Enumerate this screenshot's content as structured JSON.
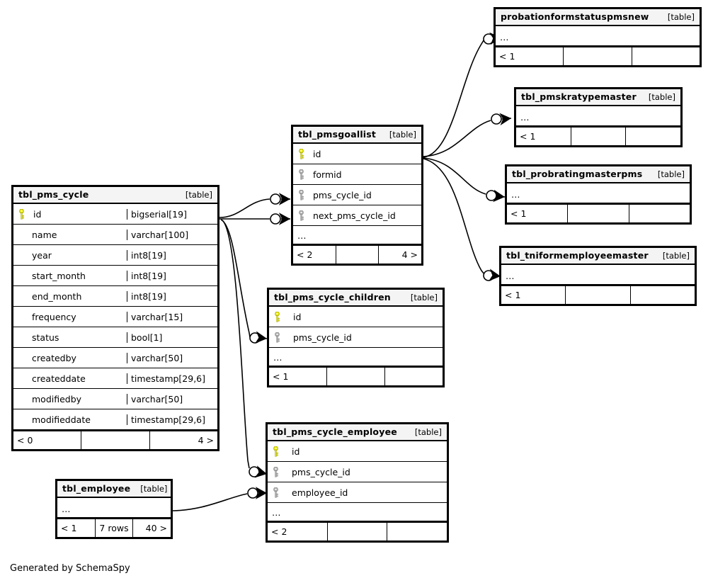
{
  "diagram": {
    "generator_note": "Generated by SchemaSpy",
    "table_tag": "[table]",
    "ellipsis": "…",
    "key_colors": {
      "primary": "#e8e800",
      "foreign": "#b0b0b0"
    },
    "background": "#ffffff",
    "header_fill": "#f4f4f4",
    "line_color": "#000000"
  },
  "tables": [
    {
      "id": "tbl_pms_cycle",
      "name": "tbl_pms_cycle",
      "tag": "[table]",
      "columns": [
        {
          "name": "id",
          "type": "bigserial[19]",
          "key": "primary"
        },
        {
          "name": "name",
          "type": "varchar[100]",
          "key": "none"
        },
        {
          "name": "year",
          "type": "int8[19]",
          "key": "none"
        },
        {
          "name": "start_month",
          "type": "int8[19]",
          "key": "none"
        },
        {
          "name": "end_month",
          "type": "int8[19]",
          "key": "none"
        },
        {
          "name": "frequency",
          "type": "varchar[15]",
          "key": "none"
        },
        {
          "name": "status",
          "type": "bool[1]",
          "key": "none"
        },
        {
          "name": "createdby",
          "type": "varchar[50]",
          "key": "none"
        },
        {
          "name": "createddate",
          "type": "timestamp[29,6]",
          "key": "none"
        },
        {
          "name": "modifiedby",
          "type": "varchar[50]",
          "key": "none"
        },
        {
          "name": "modifieddate",
          "type": "timestamp[29,6]",
          "key": "none"
        }
      ],
      "has_ellipsis": false,
      "footer": {
        "left": "< 0",
        "center": "",
        "right": "4 >"
      }
    },
    {
      "id": "tbl_pmsgoallist",
      "name": "tbl_pmsgoallist",
      "tag": "[table]",
      "columns": [
        {
          "name": "id",
          "type": "",
          "key": "primary"
        },
        {
          "name": "formid",
          "type": "",
          "key": "foreign"
        },
        {
          "name": "pms_cycle_id",
          "type": "",
          "key": "foreign"
        },
        {
          "name": "next_pms_cycle_id",
          "type": "",
          "key": "foreign"
        }
      ],
      "has_ellipsis": true,
      "footer": {
        "left": "< 2",
        "center": "",
        "right": "4 >"
      }
    },
    {
      "id": "tbl_pms_cycle_children",
      "name": "tbl_pms_cycle_children",
      "tag": "[table]",
      "columns": [
        {
          "name": "id",
          "type": "",
          "key": "primary"
        },
        {
          "name": "pms_cycle_id",
          "type": "",
          "key": "foreign"
        }
      ],
      "has_ellipsis": true,
      "footer": {
        "left": "< 1",
        "center": "",
        "right": ""
      }
    },
    {
      "id": "tbl_pms_cycle_employee",
      "name": "tbl_pms_cycle_employee",
      "tag": "[table]",
      "columns": [
        {
          "name": "id",
          "type": "",
          "key": "primary"
        },
        {
          "name": "pms_cycle_id",
          "type": "",
          "key": "foreign"
        },
        {
          "name": "employee_id",
          "type": "",
          "key": "foreign"
        }
      ],
      "has_ellipsis": true,
      "footer": {
        "left": "< 2",
        "center": "",
        "right": ""
      }
    },
    {
      "id": "tbl_employee",
      "name": "tbl_employee",
      "tag": "[table]",
      "columns": [],
      "has_ellipsis": true,
      "footer": {
        "left": "< 1",
        "center": "7 rows",
        "right": "40 >"
      }
    },
    {
      "id": "probationformstatuspmsnew",
      "name": "probationformstatuspmsnew",
      "tag": "[table]",
      "columns": [],
      "has_ellipsis": true,
      "footer": {
        "left": "< 1",
        "center": "",
        "right": ""
      }
    },
    {
      "id": "tbl_pmskratypemaster",
      "name": "tbl_pmskratypemaster",
      "tag": "[table]",
      "columns": [],
      "has_ellipsis": true,
      "footer": {
        "left": "< 1",
        "center": "",
        "right": ""
      }
    },
    {
      "id": "tbl_probratingmasterpms",
      "name": "tbl_probratingmasterpms",
      "tag": "[table]",
      "columns": [],
      "has_ellipsis": true,
      "footer": {
        "left": "< 1",
        "center": "",
        "right": ""
      }
    },
    {
      "id": "tbl_tniformemployeemaster",
      "name": "tbl_tniformemployeemaster",
      "tag": "[table]",
      "columns": [],
      "has_ellipsis": true,
      "footer": {
        "left": "< 1",
        "center": "",
        "right": ""
      }
    }
  ],
  "relationships": [
    {
      "from": "tbl_pms_cycle",
      "to": "tbl_pmsgoallist",
      "to_column": "pms_cycle_id"
    },
    {
      "from": "tbl_pms_cycle",
      "to": "tbl_pmsgoallist",
      "to_column": "next_pms_cycle_id"
    },
    {
      "from": "tbl_pms_cycle",
      "to": "tbl_pms_cycle_children",
      "to_column": "pms_cycle_id"
    },
    {
      "from": "tbl_pms_cycle",
      "to": "tbl_pms_cycle_employee",
      "to_column": "pms_cycle_id"
    },
    {
      "from": "tbl_employee",
      "to": "tbl_pms_cycle_employee",
      "to_column": "employee_id"
    },
    {
      "from": "tbl_pmsgoallist",
      "to": "probationformstatuspmsnew",
      "to_column": ""
    },
    {
      "from": "tbl_pmsgoallist",
      "to": "tbl_pmskratypemaster",
      "to_column": ""
    },
    {
      "from": "tbl_pmsgoallist",
      "to": "tbl_probratingmasterpms",
      "to_column": ""
    },
    {
      "from": "tbl_pmsgoallist",
      "to": "tbl_tniformemployeemaster",
      "to_column": ""
    }
  ]
}
